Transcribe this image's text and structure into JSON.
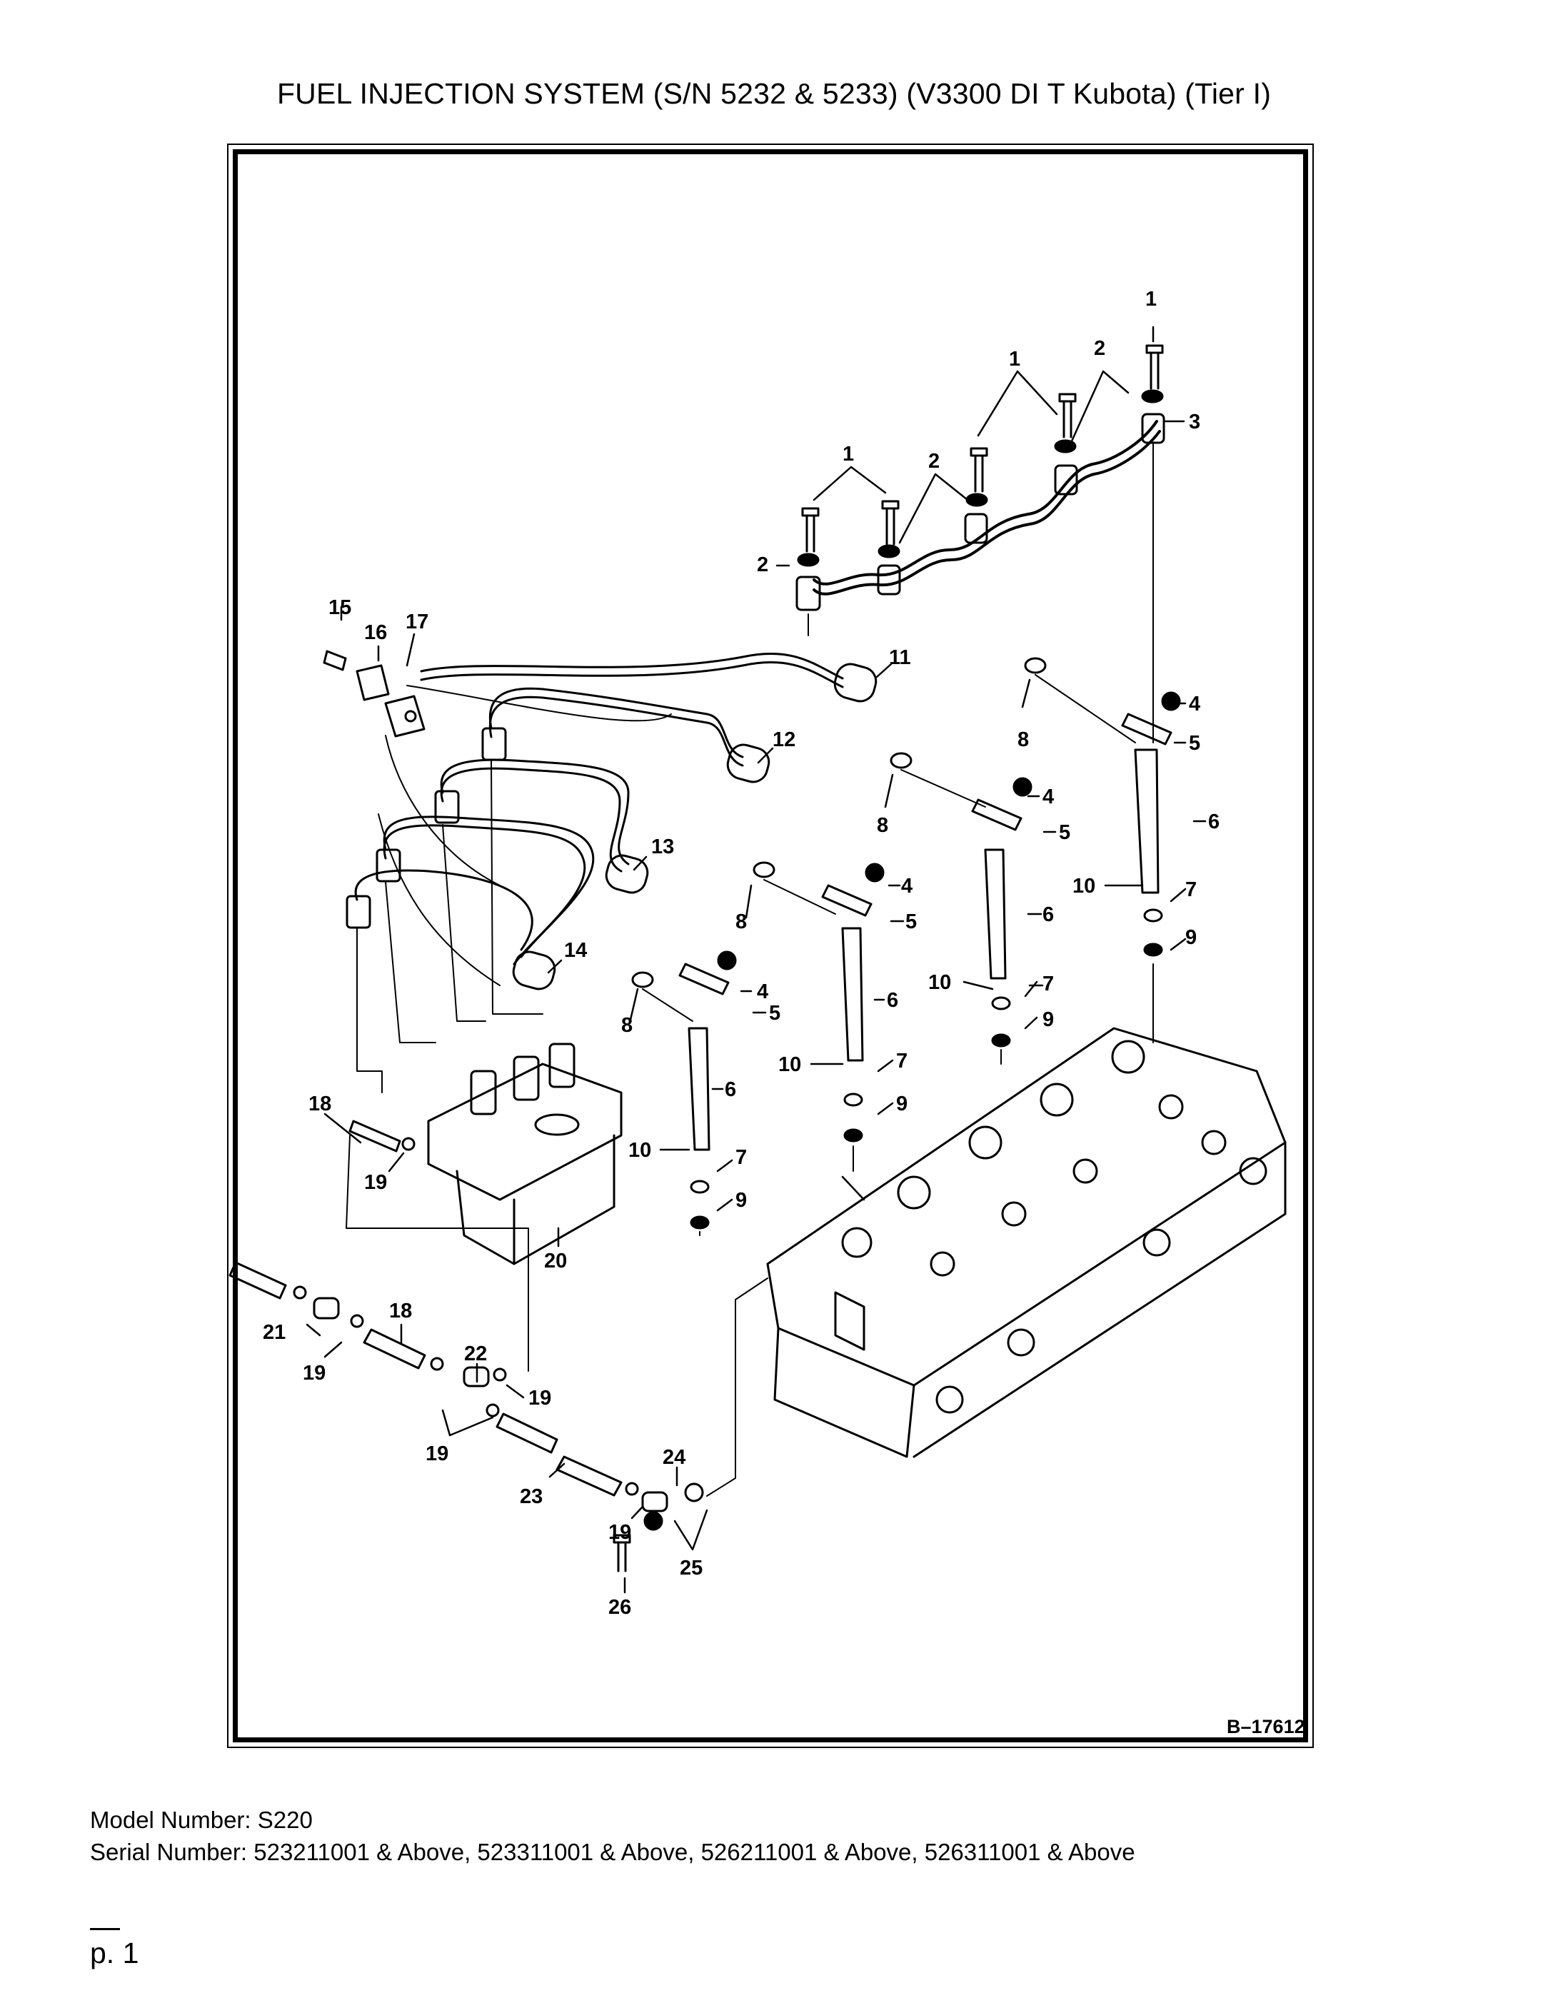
{
  "title": "FUEL INJECTION SYSTEM (S/N 5232 & 5233) (V3300 DI T Kubota) (Tier I)",
  "drawing_number": "B–17612",
  "callouts": {
    "c1a": "1",
    "c1b": "1",
    "c1c": "1",
    "c2a": "2",
    "c2b": "2",
    "c2c": "2",
    "c3": "3",
    "c4a": "4",
    "c4b": "4",
    "c4c": "4",
    "c4d": "4",
    "c5a": "5",
    "c5b": "5",
    "c5c": "5",
    "c5d": "5",
    "c6a": "6",
    "c6b": "6",
    "c6c": "6",
    "c6d": "6",
    "c7a": "7",
    "c7b": "7",
    "c7c": "7",
    "c7d": "7",
    "c8a": "8",
    "c8b": "8",
    "c8c": "8",
    "c8d": "8",
    "c9a": "9",
    "c9b": "9",
    "c9c": "9",
    "c9d": "9",
    "c10a": "10",
    "c10b": "10",
    "c10c": "10",
    "c10d": "10",
    "c11": "11",
    "c12": "12",
    "c13": "13",
    "c14": "14",
    "c15": "15",
    "c16": "16",
    "c17": "17",
    "c18a": "18",
    "c18b": "18",
    "c19a": "19",
    "c19b": "19",
    "c19c": "19",
    "c19d": "19",
    "c19e": "19",
    "c20": "20",
    "c21": "21",
    "c22": "22",
    "c23": "23",
    "c24": "24",
    "c25": "25",
    "c26": "26"
  },
  "footer": {
    "model": "Model Number: S220",
    "serial": "Serial Number: 523211001 & Above, 523311001 & Above, 526211001 & Above, 526311001 & Above"
  },
  "page": "p. 1"
}
